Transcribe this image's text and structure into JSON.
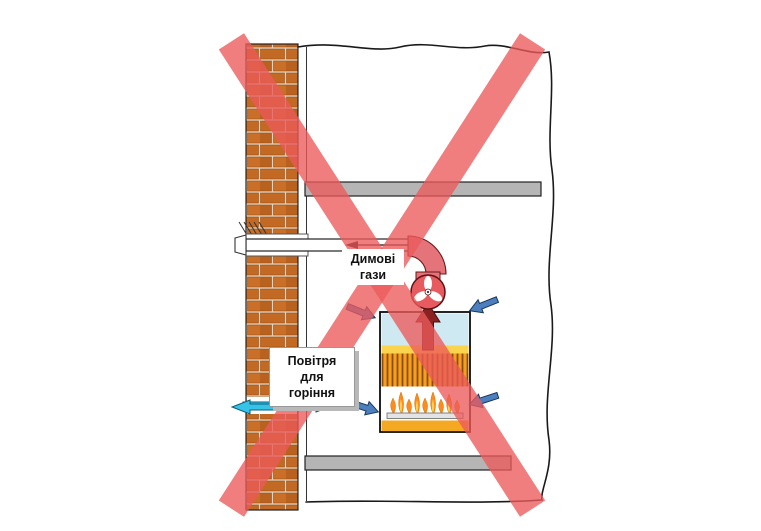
{
  "labels": {
    "flue_gases": {
      "line1": "Димові",
      "line2": "гази"
    },
    "combustion_air": {
      "line1": "Повітря",
      "line2": "для горіння"
    }
  },
  "colors": {
    "cross_red": "#ec5a5a",
    "brick": "#c26a23",
    "mortar": "#e0d2bd",
    "slab_gray": "#b5b5b5",
    "boiler_top_blue": "#cfe9f2",
    "heat_exchanger_orange": "#f59e1f",
    "flame_orange": "#ff8c1a",
    "flame_yellow": "#ffd24d",
    "fan_red": "#e65a60",
    "flue_elbow_pink": "#e4737a",
    "flue_gas_arrow_dark_red": "#8b2222",
    "air_arrow_blue": "#4d7fbe",
    "air_arrow_cyan": "#35c4e8"
  }
}
